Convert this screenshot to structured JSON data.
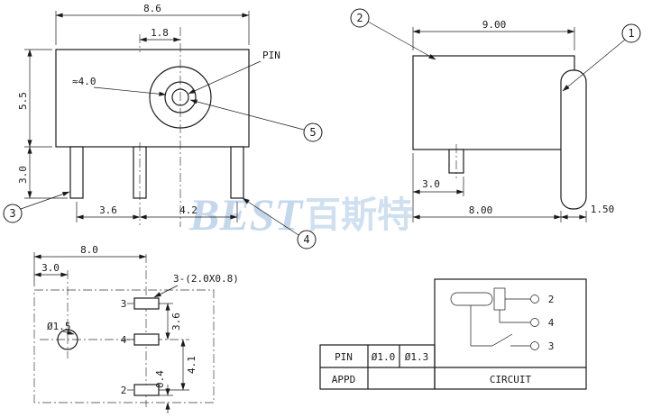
{
  "watermark": {
    "latin": "BEST",
    "cjk": "百斯特"
  },
  "front": {
    "dim_width": "8.6",
    "dim_pin_offset": "1.8",
    "dim_height": "5.5",
    "dim_leg": "3.0",
    "pin_callout": "PIN",
    "dim_boss": "≈4.0",
    "dim_pitch_a": "3.6",
    "dim_pitch_b": "4.2",
    "balloon3": "3",
    "balloon4": "4",
    "balloon5": "5"
  },
  "side": {
    "balloon2": "2",
    "balloon1": "1",
    "dim_depth": "9.00",
    "dim_leg_x": "3.0",
    "dim_body": "8.00",
    "dim_barrel": "1.50"
  },
  "pcb": {
    "dim_width": "8.0",
    "dim_hole_x": "3.0",
    "pad_note": "3-(2.0X0.8)",
    "hole_dia": "Ø1.5",
    "pin3": "3",
    "pin4": "4",
    "pin2": "2",
    "dim_3_4": "3.6",
    "dim_4_2": "4.1",
    "dim_edge": "0.4"
  },
  "table": {
    "pin": "PIN",
    "appd": "APPD",
    "dia_a": "Ø1.0",
    "dia_b": "Ø1.3",
    "circuit": "CIRCUIT",
    "t2": "2",
    "t4": "4",
    "t3": "3"
  }
}
